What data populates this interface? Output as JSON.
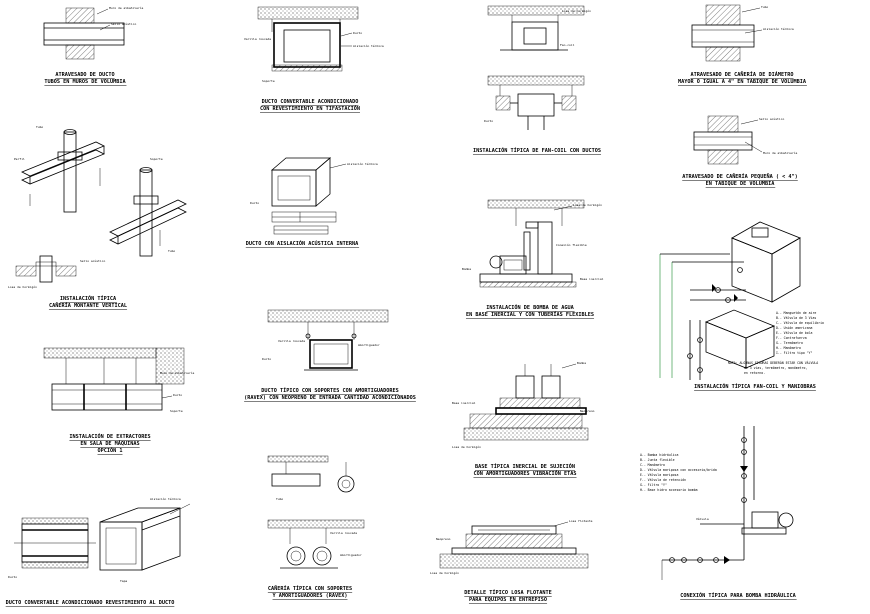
{
  "details": [
    {
      "id": "d1",
      "caption": [
        "ATRAVESADO DE DUCTO",
        "TUBOS EN MUROS DE VOLUMBIA"
      ]
    },
    {
      "id": "d2",
      "caption": [
        "DUCTO CONVERTABLE ACONDICIONADO",
        "CON REVESTIMIENTO EN TIFASTACIÓN"
      ]
    },
    {
      "id": "d3",
      "caption": [
        "INSTALACIÓN TÍPICA DE FAN-COIL CON DUCTOS"
      ]
    },
    {
      "id": "d4",
      "caption": [
        "ATRAVESADO DE CAÑERÍA DE DIÁMETRO",
        "MAYOR O IGUAL A 4\" EN TABIQUE DE VOLUMBIA"
      ]
    },
    {
      "id": "d5",
      "caption": [
        "ATRAVESADO DE CAÑERÍA PEQUEÑA ( < 4\")",
        "EN TABIQUE DE VOLUMBIA"
      ]
    },
    {
      "id": "d6",
      "caption": [
        "DUCTO CON AISLACIÓN ACÚSTICA INTERNA"
      ]
    },
    {
      "id": "d7",
      "caption": [
        "INSTALACIÓN TÍPICA",
        "CAÑERÍA MONTANTE VERTICAL"
      ]
    },
    {
      "id": "d8",
      "caption": [
        "INSTALACIÓN DE BOMBA DE AGUA",
        "EN BASE INERCIAL Y CON TUBERÍAS FLEXIBLES"
      ]
    },
    {
      "id": "d9",
      "caption": [
        "INSTALACIÓN TÍPICA FAN-COIL Y MANIOBRAS"
      ]
    },
    {
      "id": "d10",
      "caption": [
        "DUCTO TÍPICO CON SOPORTES CON AMORTIGUADORES",
        "(RAVEX) CON NEOPRENO DE ENTRADA CANTIDAD ACONDICIONADOS"
      ]
    },
    {
      "id": "d11",
      "caption": [
        "INSTALACIÓN DE EXTRACTORES",
        "EN SALA DE MÁQUINAS",
        "OPCIÓN 1"
      ]
    },
    {
      "id": "d12",
      "caption": [
        "BASE TÍPICA INERCIAL DE SUJECIÓN",
        "CON AMORTIGUADORES VIBRACIÓN ETAS"
      ]
    },
    {
      "id": "d13",
      "caption": [
        "CAÑERÍA TÍPICA CON SOPORTES",
        "Y AMORTIGUADORES (RAVEX)"
      ]
    },
    {
      "id": "d14",
      "caption": [
        "DETALLE TÍPICO LOSA FLOTANTE",
        "PARA EQUIPOS EN ENTREPISO"
      ]
    },
    {
      "id": "d15",
      "caption": [
        "CONEXIÓN TÍPICA PARA BOMBA HIDRÁULICA"
      ]
    },
    {
      "id": "d16",
      "caption": [
        "DUCTO CONVERTABLE ACONDICIONADO REVESTIMIENTO AL DUCTO"
      ]
    }
  ],
  "legend_fancoil": [
    "A.- Manguetón de aire",
    "B.- Válvula de 3 Vías",
    "C.- Válvula de equilibrio",
    "D.- Unión americana",
    "E.- Válvula de bola",
    "F.- Contrafuerza",
    "G.- Termómetro",
    "H.- Manómetro",
    "I.- Filtro tipo \"Y\""
  ],
  "legend_fancoil_note": [
    "NOTA: ALGUNAS FIGURAS DEBERÁN ESTAR CON VÁLVULA",
    "de 3 vías, termómetro, manómetro,",
    "en retorno."
  ],
  "legend_pump": [
    "A.- Bomba hidráulica",
    "B.- Junta flexible",
    "C.- Manómetro",
    "D.- Válvula mariposa con accesorio/brida",
    "E.- Válvula mariposa",
    "F.- Válvula de retención",
    "G.- Filtro \"Y\"",
    "H.- Base hidro accesorio bomba"
  ],
  "labels": {
    "losa": "Losa de hormigón",
    "muro": "Muro de albañilería",
    "tubo": "Tubo",
    "aislacion": "Aislación térmica",
    "sello": "Sello acústico",
    "ducto": "Ducto",
    "soporte": "Soporte",
    "varilla": "Varilla roscada",
    "amortiguador": "Amortiguador",
    "fancoil": "Fan-coil",
    "bomba": "Bomba",
    "base": "Base inercial",
    "flexible": "Conexión flexible",
    "neopreno": "Neopreno",
    "losa_flotante": "Losa flotante",
    "tapa": "Tapa",
    "perfil": "Perfil",
    "valvula": "Válvula"
  }
}
